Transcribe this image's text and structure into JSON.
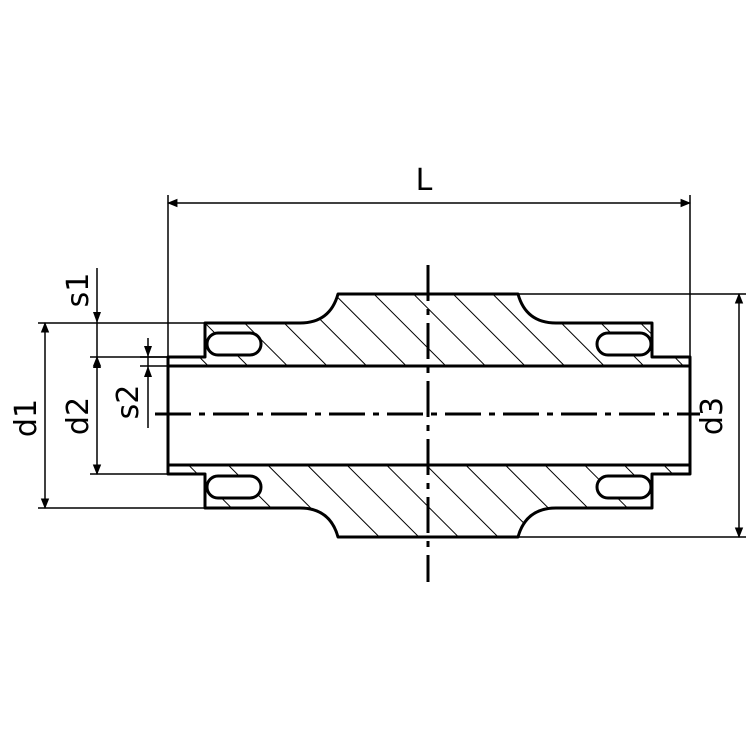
{
  "colors": {
    "line": "#000000",
    "background": "#ffffff"
  },
  "dimensions": {
    "L": "L",
    "d1": "d1",
    "d2": "d2",
    "s1": "s1",
    "s2": "s2",
    "d3": "d3"
  }
}
